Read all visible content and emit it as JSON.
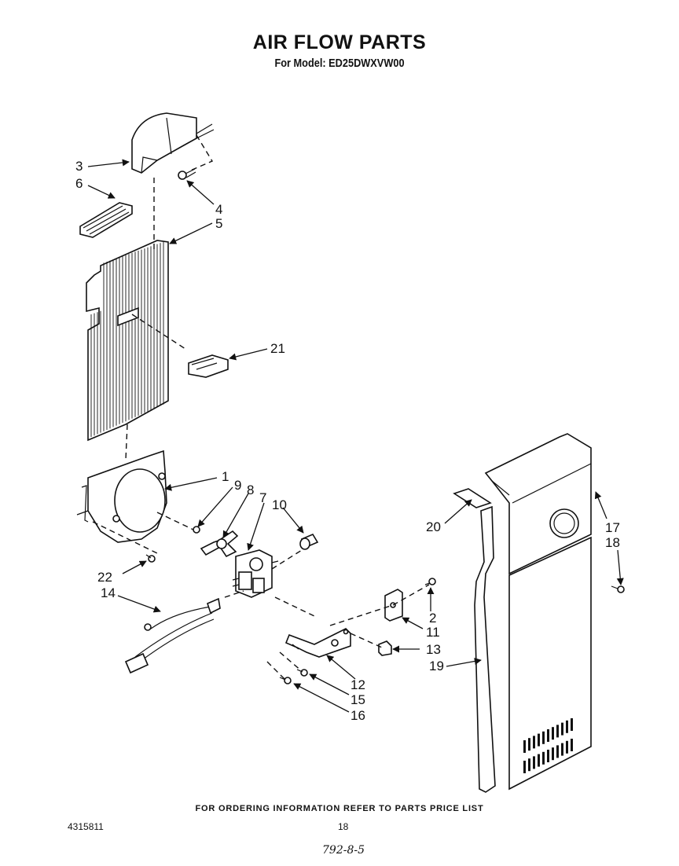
{
  "title": "AIR FLOW PARTS",
  "subtitle": "For Model: ED25DWXVW00",
  "footer_note": "FOR ORDERING INFORMATION REFER TO PARTS PRICE LIST",
  "doc_number": "4315811",
  "page_number": "18",
  "date_code": "792-8-5",
  "callouts": {
    "c1": "1",
    "c2": "2",
    "c3": "3",
    "c4": "4",
    "c5": "5",
    "c6": "6",
    "c7": "7",
    "c8": "8",
    "c9": "9",
    "c10": "10",
    "c11": "11",
    "c12": "12",
    "c13": "13",
    "c14": "14",
    "c15": "15",
    "c16": "16",
    "c17": "17",
    "c18": "18",
    "c19": "19",
    "c20": "20",
    "c21": "21",
    "c22": "22"
  }
}
